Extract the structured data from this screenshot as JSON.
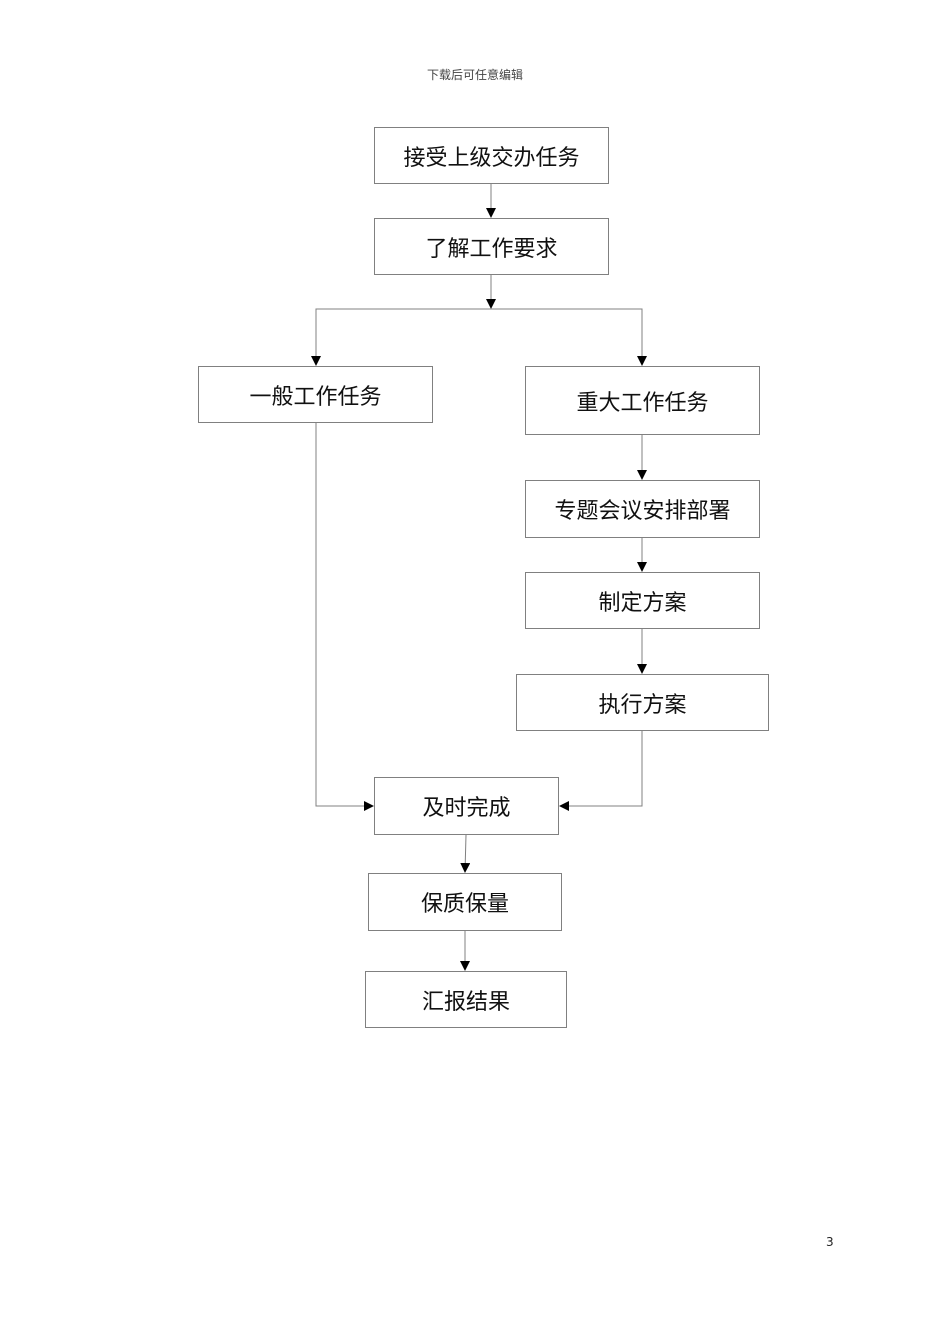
{
  "page": {
    "header": "下载后可任意编辑",
    "page_number": "3"
  },
  "flowchart": {
    "nodes": {
      "receive_task": "接受上级交办任务",
      "understand": "了解工作要求",
      "general_task": "一般工作任务",
      "major_task": "重大工作任务",
      "meeting": "专题会议安排部署",
      "plan": "制定方案",
      "execute": "执行方案",
      "complete": "及时完成",
      "quality": "保质保量",
      "report": "汇报结果"
    }
  }
}
